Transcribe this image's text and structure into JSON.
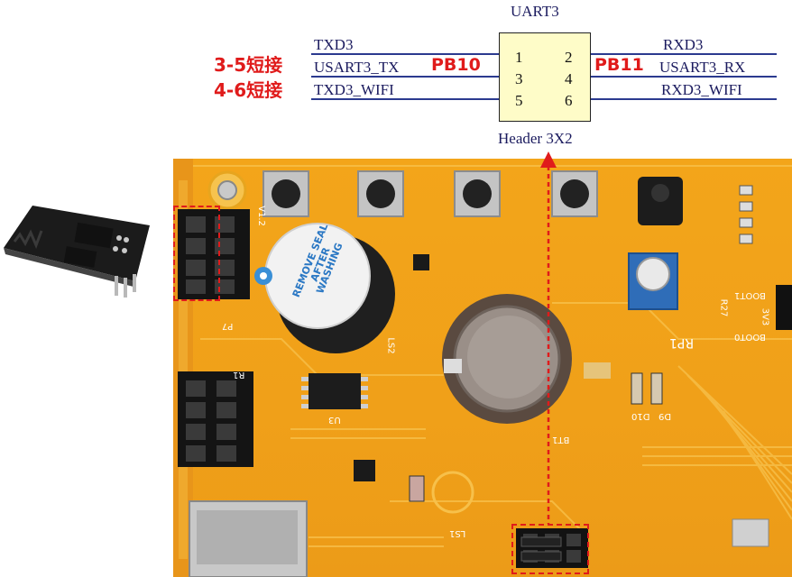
{
  "schematic": {
    "title": "UART3",
    "caption": "Header 3X2",
    "pins": [
      "1",
      "2",
      "3",
      "4",
      "5",
      "6"
    ],
    "left_signals": [
      "TXD3",
      "USART3_TX",
      "TXD3_WIFI"
    ],
    "right_signals": [
      "RXD3",
      "USART3_RX",
      "RXD3_WIFI"
    ],
    "left_port": "PB10",
    "right_port": "PB11",
    "notes": [
      "3-5短接",
      "4-6短接"
    ]
  },
  "board": {
    "silkscreen": [
      "V1.2",
      "P7",
      "LS2",
      "REMOVE SEAL AFTER WASHING",
      "BOOT1",
      "BOOT0",
      "3V3",
      "RP1",
      "U3",
      "BT1",
      "LS1",
      "D9",
      "D10",
      "R27",
      "R1"
    ]
  },
  "colors": {
    "pcb": "#f0a019",
    "highlight": "#e01b1b",
    "schematic_line": "#2b3a8f",
    "header_fill": "#fefcc8"
  }
}
